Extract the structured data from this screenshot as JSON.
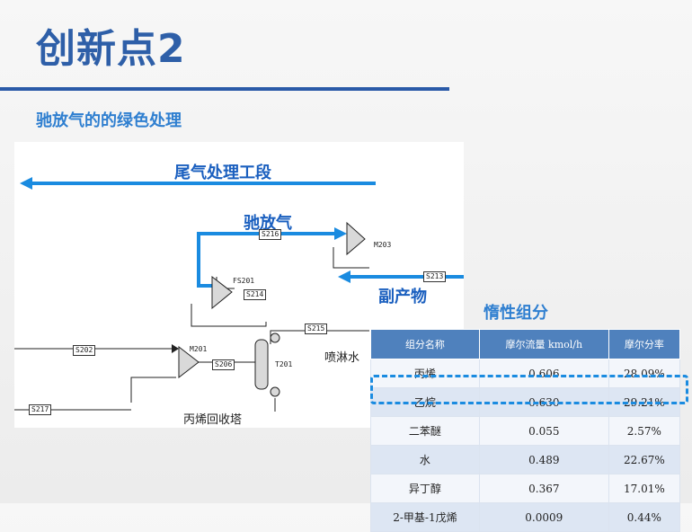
{
  "slide": {
    "title": "创新点2",
    "subtitle": "驰放气的的绿色处理"
  },
  "diagram": {
    "labels": {
      "tail_gas": "尾气处理工段",
      "purge_gas": "驰放气",
      "byproduct": "副产物",
      "spray_water": "喷淋水",
      "propylene_recovery": "丙烯回收塔"
    },
    "streams": {
      "s216": "S216",
      "s213": "S213",
      "s214": "S214",
      "s215": "S215",
      "s202": "S202",
      "s206": "S206",
      "s217": "S217"
    },
    "units": {
      "m203": "M203",
      "fs201": "FS201",
      "m201": "M201",
      "t201": "T201"
    }
  },
  "table": {
    "title": "惰性组分",
    "headers": [
      "组分名称",
      "摩尔流量 kmol/h",
      "摩尔分率"
    ],
    "rows": [
      [
        "丙烯",
        "0.606",
        "28.09%"
      ],
      [
        "乙烷",
        "0.630",
        "29.21%"
      ],
      [
        "二苯醚",
        "0.055",
        "2.57%"
      ],
      [
        "水",
        "0.489",
        "22.67%"
      ],
      [
        "异丁醇",
        "0.367",
        "17.01%"
      ],
      [
        "2-甲基-1戊烯",
        "0.0009",
        "0.44%"
      ]
    ],
    "highlight_row": 1
  },
  "colors": {
    "accent": "#2e5fa8",
    "arrow": "#1a8be0",
    "table_header": "#4f81bd"
  }
}
